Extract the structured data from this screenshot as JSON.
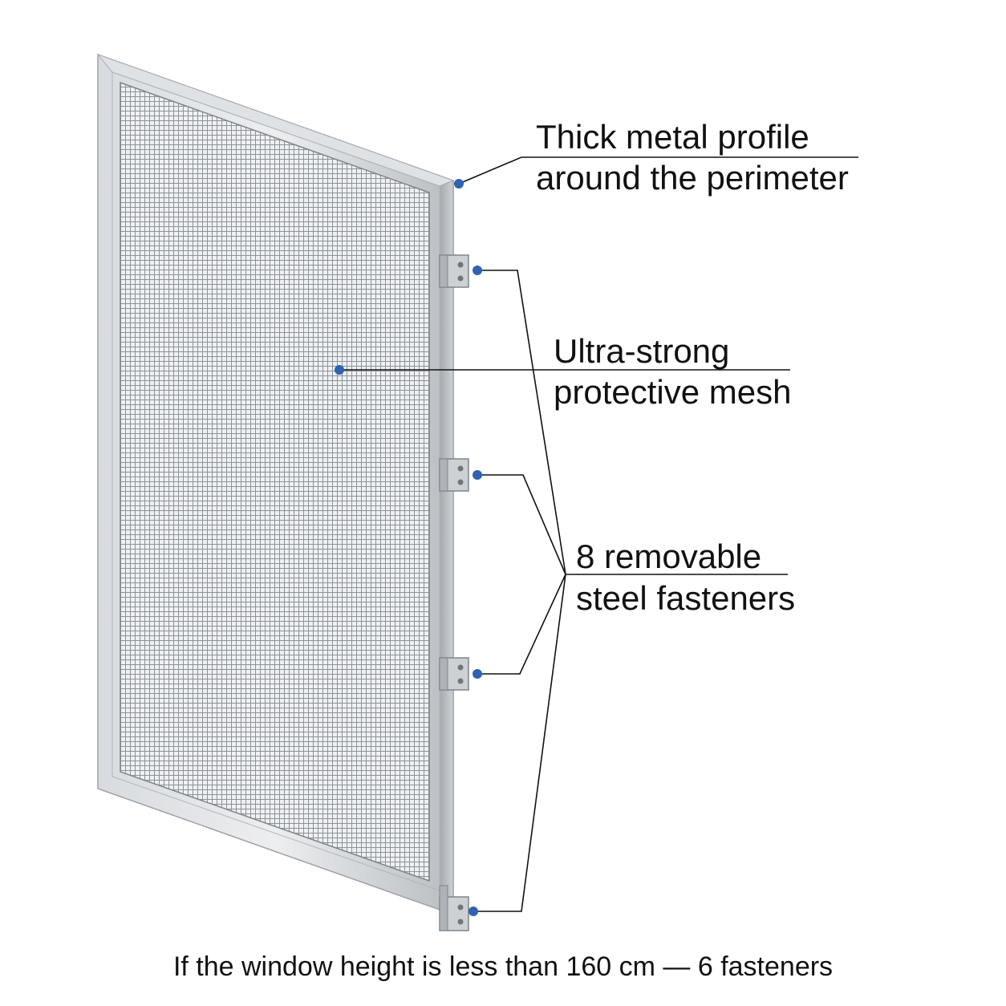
{
  "colors": {
    "background": "#ffffff",
    "marker": "#2f63b0",
    "text": "#111111",
    "frame_light": "#e4e6e8",
    "frame_mid": "#c4c8cc",
    "frame_dark": "#9ea3a8",
    "mesh_wire": "#8d939a",
    "mesh_back": "#eef0f2"
  },
  "callouts": {
    "profile": {
      "line1": "Thick metal profile",
      "line2": "around the perimeter"
    },
    "mesh": {
      "line1": "Ultra-strong",
      "line2": "protective mesh"
    },
    "fasteners": {
      "line1": "8 removable",
      "line2": "steel fasteners"
    }
  },
  "footnote": "If the window height is less than 160 cm — 6 fasteners"
}
